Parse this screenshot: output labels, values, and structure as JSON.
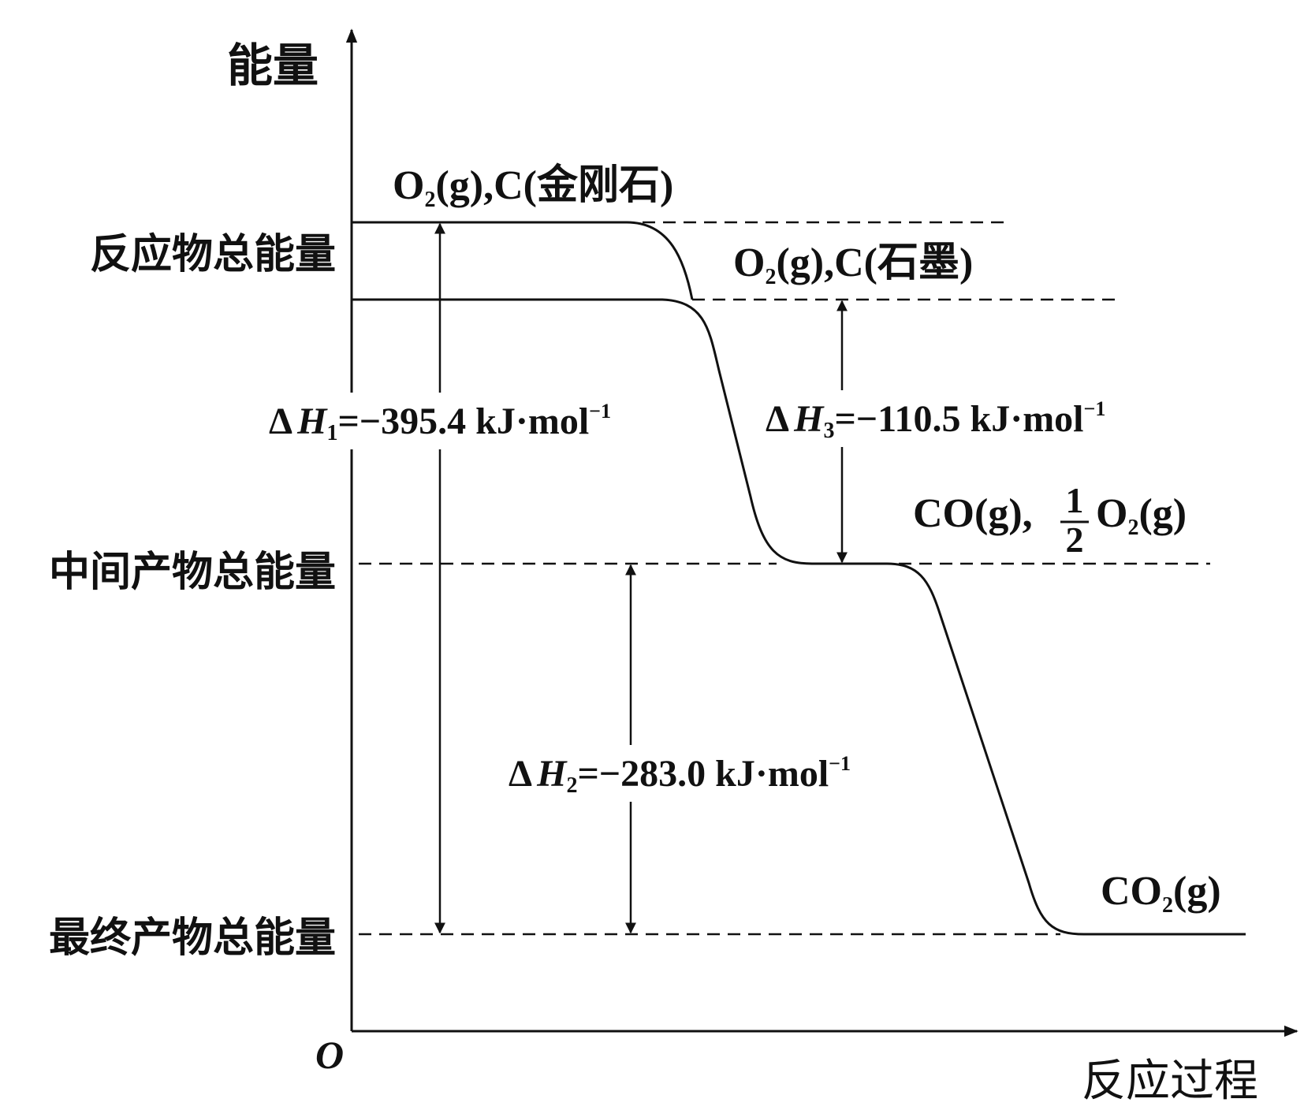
{
  "axes": {
    "y_label": "能量",
    "x_label": "反应过程",
    "origin": "O"
  },
  "levels": {
    "reactant_total": "反应物总能量",
    "intermediate_total": "中间产物总能量",
    "final_total": "最终产物总能量"
  },
  "species": {
    "diamond": {
      "o2": "O",
      "o2_sub": "2",
      "rest": "(g),C(金刚石)"
    },
    "graphite": {
      "o2": "O",
      "o2_sub": "2",
      "rest": "(g),C(石墨)"
    },
    "intermediate": {
      "co": "CO(g),",
      "frac_num": "1",
      "frac_den": "2",
      "o2": "O",
      "o2_sub": "2",
      "rest": "(g)"
    },
    "final": {
      "co2": "CO",
      "co2_sub": "2",
      "rest": "(g)"
    }
  },
  "enthalpy": {
    "dh1": {
      "delta": "Δ",
      "h": "H",
      "sub": "1",
      "value": "=−395.4 kJ·mol",
      "sup": "−1"
    },
    "dh2": {
      "delta": "Δ",
      "h": "H",
      "sub": "2",
      "value": "=−283.0 kJ·mol",
      "sup": "−1"
    },
    "dh3": {
      "delta": "Δ",
      "h": "H",
      "sub": "3",
      "value": "=−110.5 kJ·mol",
      "sup": "−1"
    }
  },
  "colors": {
    "ink": "#111111",
    "background": "#ffffff"
  }
}
